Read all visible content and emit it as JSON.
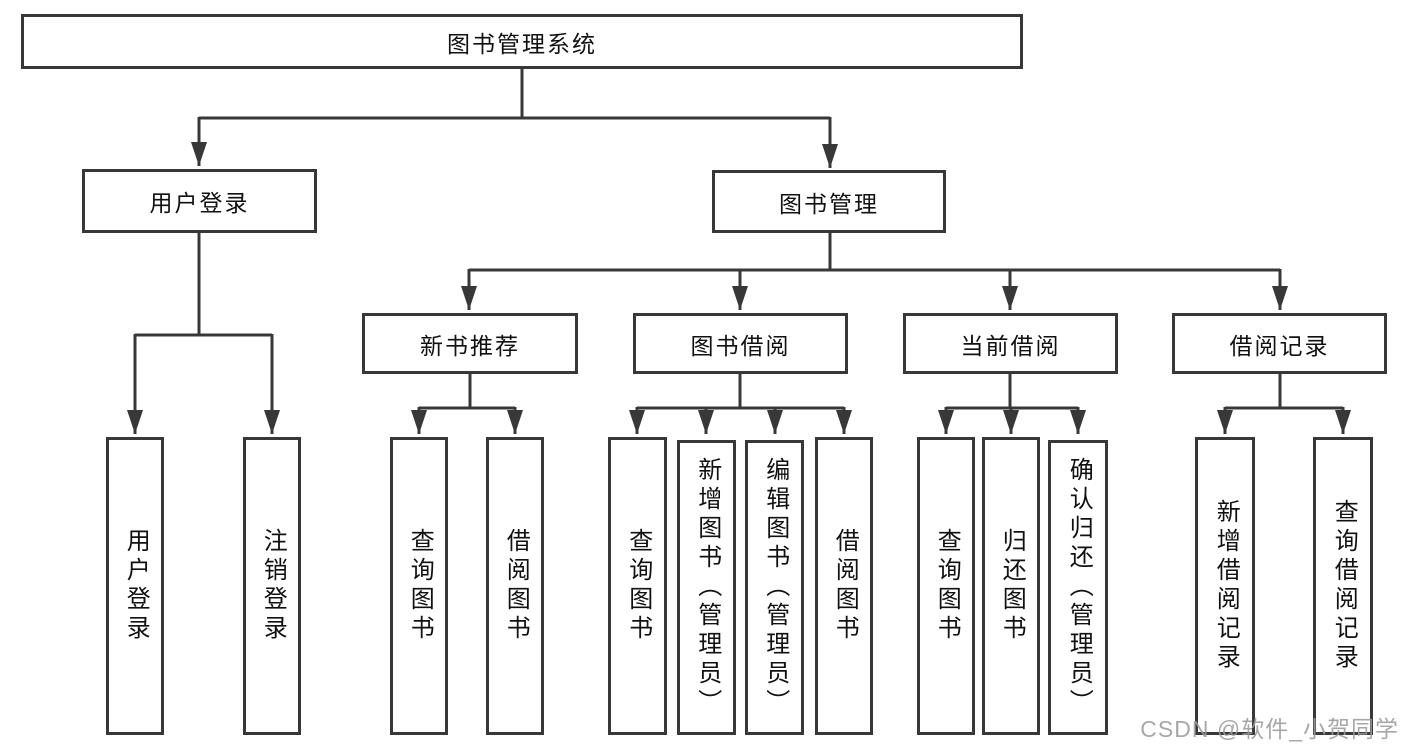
{
  "watermark": {
    "text": "CSDN @软件_小贺同学",
    "color": "#9c9c9c"
  },
  "colors": {
    "line": "#383838",
    "box_border": "#383838",
    "text": "#111111",
    "background": "#ffffff"
  },
  "tree": {
    "root": {
      "label": "图书管理系统",
      "children": [
        {
          "label": "用户登录",
          "children": [
            {
              "label": "用户登录"
            },
            {
              "label": "注销登录"
            }
          ]
        },
        {
          "label": "图书管理",
          "children": [
            {
              "label": "新书推荐",
              "children": [
                {
                  "label": "查询图书"
                },
                {
                  "label": "借阅图书"
                }
              ]
            },
            {
              "label": "图书借阅",
              "children": [
                {
                  "label": "查询图书"
                },
                {
                  "label": "新增图书（管理员）"
                },
                {
                  "label": "编辑图书（管理员）"
                },
                {
                  "label": "借阅图书"
                }
              ]
            },
            {
              "label": "当前借阅",
              "children": [
                {
                  "label": "查询图书"
                },
                {
                  "label": "归还图书"
                },
                {
                  "label": "确认归还（管理员）"
                }
              ]
            },
            {
              "label": "借阅记录",
              "children": [
                {
                  "label": "新增借阅记录"
                },
                {
                  "label": "查询借阅记录"
                }
              ]
            }
          ]
        }
      ]
    }
  }
}
